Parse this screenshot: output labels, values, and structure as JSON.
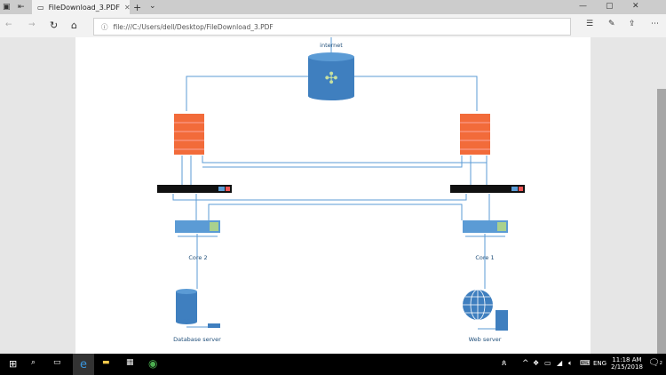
{
  "browser": {
    "tab_title": "FileDownload_3.PDF",
    "address": "file:///C:/Users/dell/Desktop/FileDownload_3.PDF"
  },
  "diagram": {
    "internet": "internet",
    "core2": "Core 2",
    "core1": "Core 1",
    "db": "Database server",
    "web": "Web server"
  },
  "taskbar": {
    "lang": "ENG",
    "time": "11:18 AM",
    "date": "2/15/2018",
    "notif_count": "2"
  }
}
